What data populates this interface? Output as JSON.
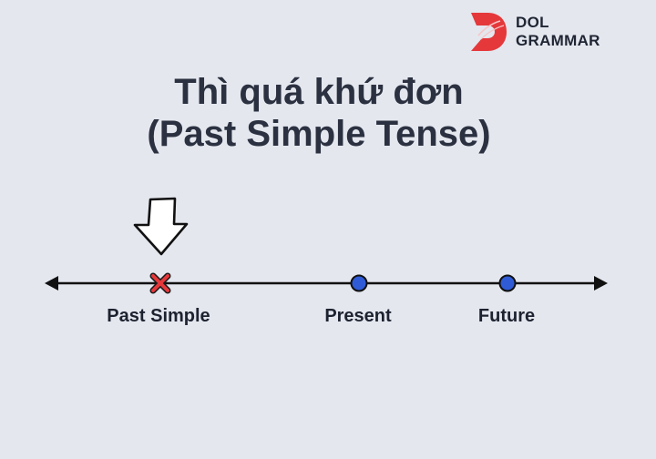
{
  "brand": {
    "line1": "DOL",
    "line2": "GRAMMAR",
    "accent_color": "#e5383b"
  },
  "title": {
    "line1": "Thì quá khứ đơn",
    "line2": "(Past Simple Tense)"
  },
  "timeline": {
    "markers": [
      {
        "label": "Past Simple",
        "marker": "cross",
        "color": "#e5383b"
      },
      {
        "label": "Present",
        "marker": "dot",
        "color": "#2f5bd6"
      },
      {
        "label": "Future",
        "marker": "dot",
        "color": "#2f5bd6"
      }
    ],
    "pointer_icon": "down-arrow-icon"
  }
}
